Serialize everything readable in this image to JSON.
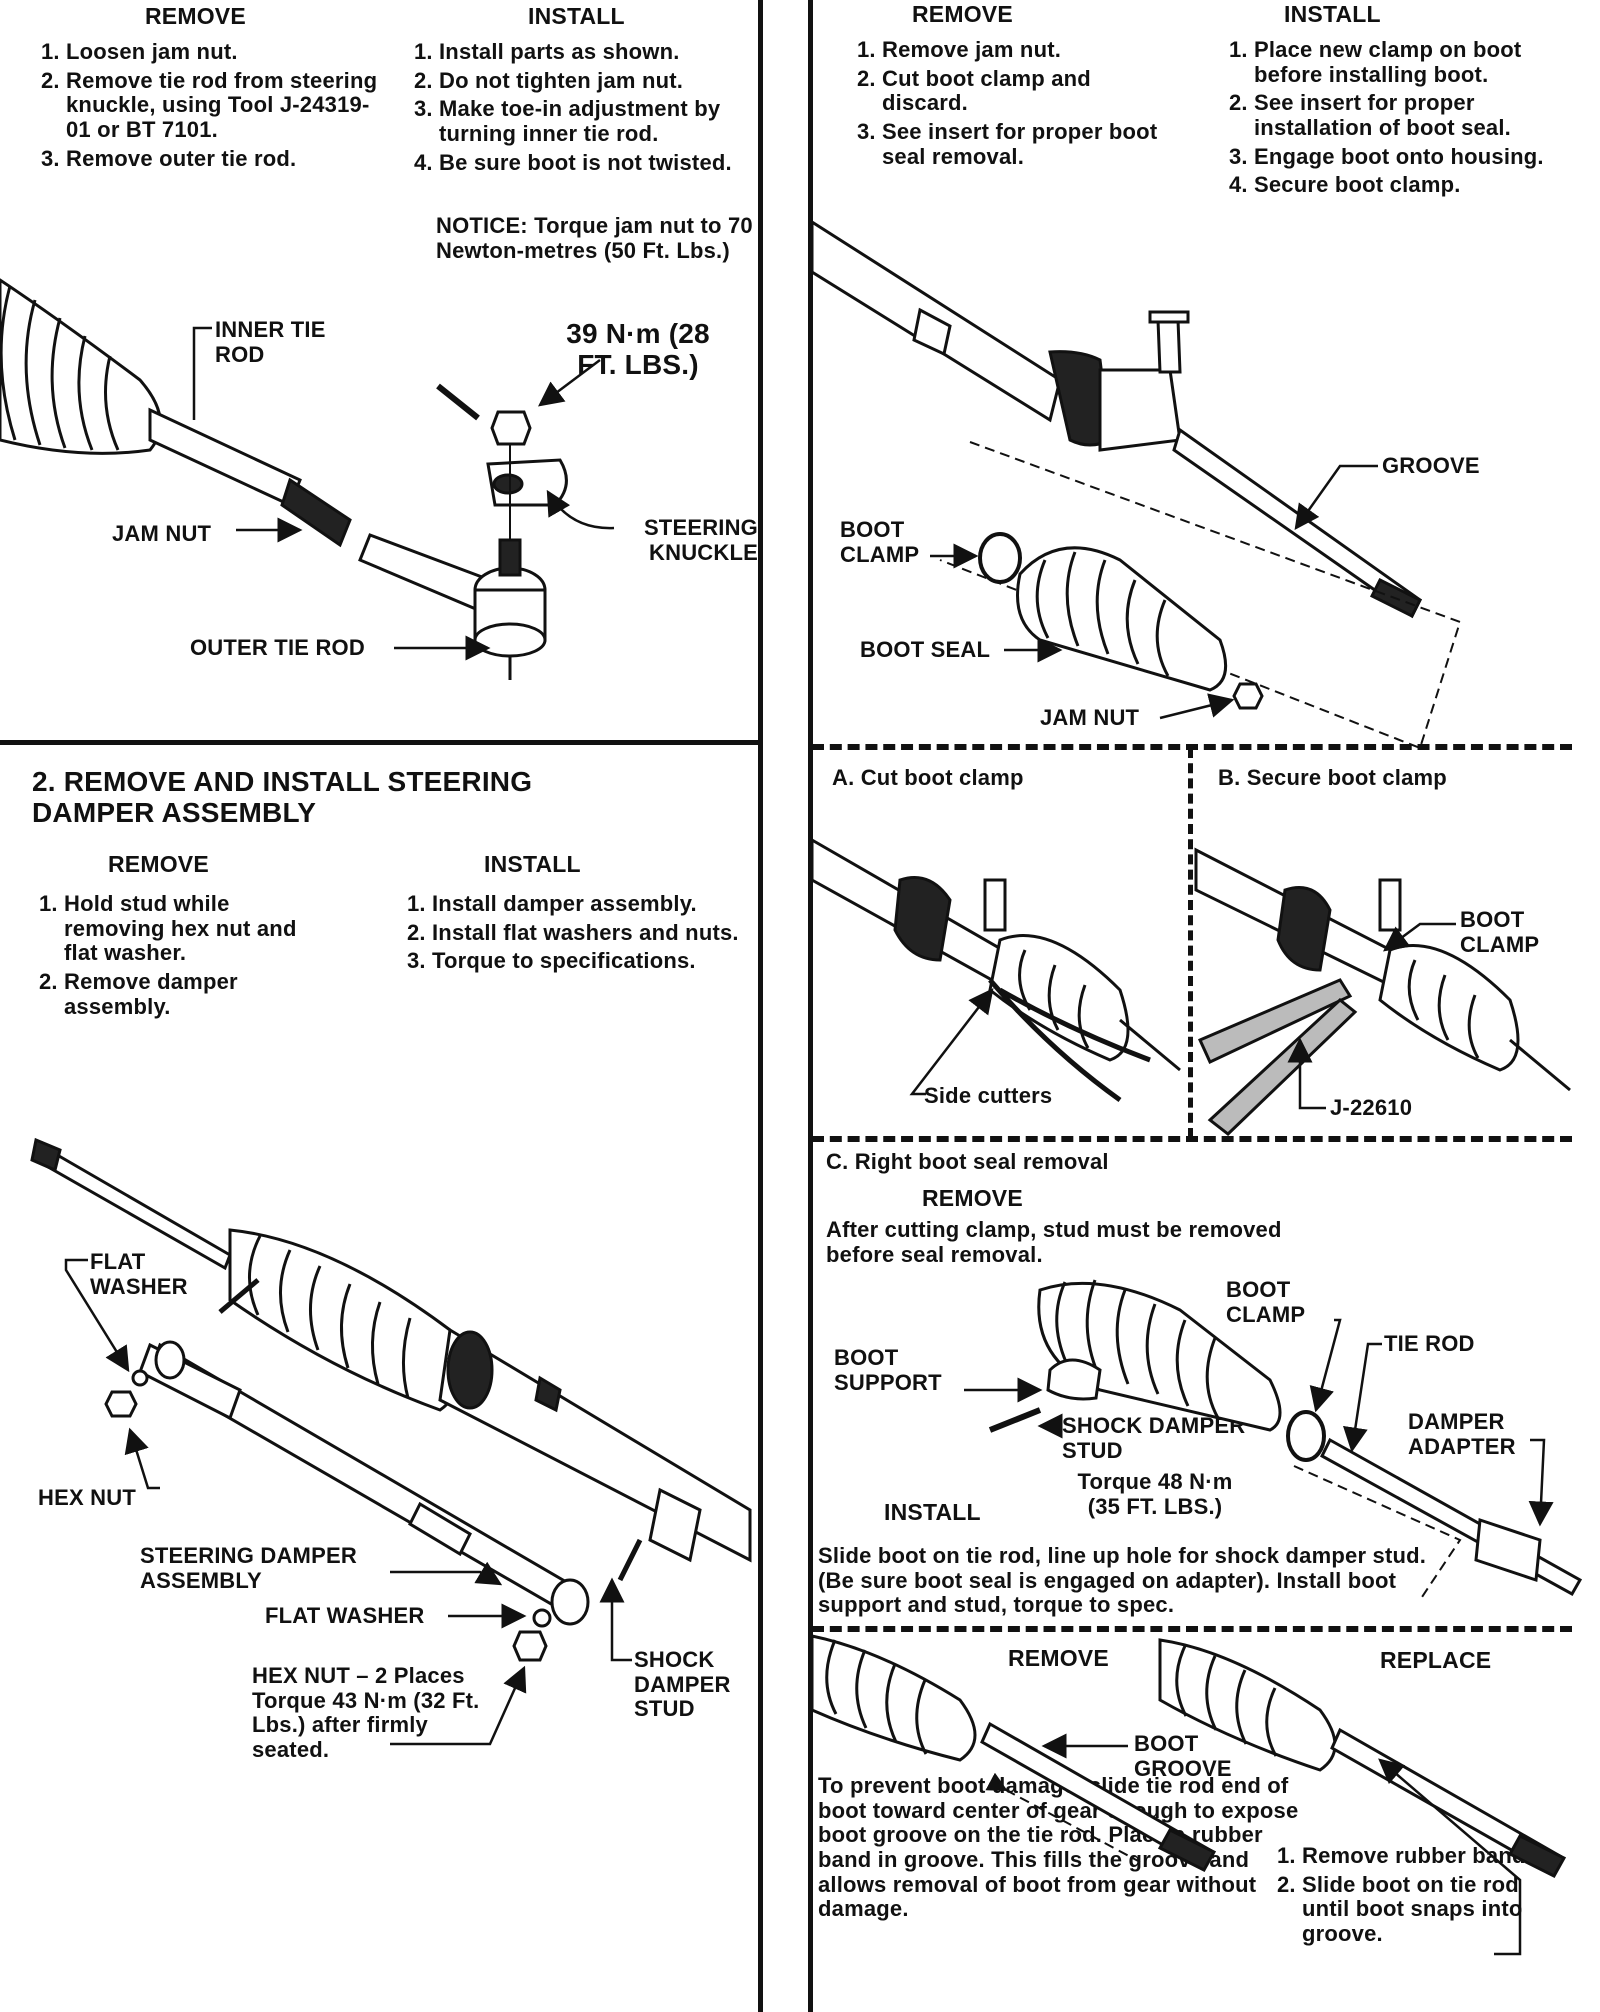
{
  "top_left": {
    "remove_heading": "REMOVE",
    "remove_steps": [
      "Loosen jam nut.",
      "Remove tie rod from steering knuckle, using Tool J-24319-01 or BT 7101.",
      "Remove outer tie rod."
    ],
    "install_heading": "INSTALL",
    "install_steps": [
      "Install parts as shown.",
      "Do not tighten jam nut.",
      "Make toe-in adjustment by turning inner tie rod.",
      "Be sure boot is not twisted."
    ],
    "notice_label": "NOTICE:",
    "notice_text": "Torque jam nut to 70 Newton-metres (50 Ft. Lbs.)",
    "labels": {
      "inner_tie_rod": "INNER TIE ROD",
      "torque": "39 N·m (28 FT. LBS.)",
      "jam_nut": "JAM NUT",
      "steering_knuckle": "STEERING KNUCKLE",
      "outer_tie_rod": "OUTER TIE ROD"
    }
  },
  "bottom_left": {
    "section_title": "2. REMOVE AND INSTALL STEERING DAMPER ASSEMBLY",
    "remove_heading": "REMOVE",
    "remove_steps": [
      "Hold stud while removing hex nut and flat washer.",
      "Remove damper assembly."
    ],
    "install_heading": "INSTALL",
    "install_steps": [
      "Install damper assembly.",
      "Install flat washers and nuts.",
      "Torque to specifications."
    ],
    "labels": {
      "flat_washer_top": "FLAT WASHER",
      "hex_nut": "HEX NUT",
      "steering_damper_assembly": "STEERING DAMPER ASSEMBLY",
      "flat_washer_bottom": "FLAT WASHER",
      "hex_nut_2_places": "HEX NUT – 2 Places Torque 43 N·m (32 Ft. Lbs.) after firmly seated.",
      "shock_damper_stud": "SHOCK DAMPER STUD"
    }
  },
  "top_right": {
    "remove_heading": "REMOVE",
    "remove_steps": [
      "Remove jam nut.",
      "Cut boot clamp and discard.",
      "See insert for proper boot seal removal."
    ],
    "install_heading": "INSTALL",
    "install_steps": [
      "Place new clamp on boot before installing boot.",
      "See insert for proper installation of boot seal.",
      "Engage boot onto housing.",
      "Secure boot clamp."
    ],
    "labels": {
      "groove": "GROOVE",
      "boot_clamp": "BOOT CLAMP",
      "boot_seal": "BOOT SEAL",
      "jam_nut": "JAM NUT"
    }
  },
  "inserts": {
    "a_title": "A. Cut boot clamp",
    "a_side_cutters": "Side cutters",
    "b_title": "B. Secure boot clamp",
    "b_boot_clamp": "BOOT CLAMP",
    "b_tool": "J-22610",
    "c_title": "C. Right boot seal removal",
    "c_remove_heading": "REMOVE",
    "c_remove_text": "After cutting clamp, stud must be removed before seal removal.",
    "c_labels": {
      "boot_clamp": "BOOT CLAMP",
      "tie_rod": "TIE ROD",
      "boot_support": "BOOT SUPPORT",
      "shock_damper_stud": "SHOCK DAMPER STUD",
      "torque": "Torque 48 N·m (35 FT. LBS.)",
      "damper_adapter": "DAMPER ADAPTER"
    },
    "c_install_heading": "INSTALL",
    "c_install_text": "Slide boot on tie rod, line up hole for shock damper stud. (Be sure boot seal is engaged on adapter). Install boot support and stud, torque to spec.",
    "d_remove_heading": "REMOVE",
    "d_replace_heading": "REPLACE",
    "d_boot_groove": "BOOT GROOVE",
    "d_prevent_text": "To prevent boot damage, slide tie rod end of boot toward center of gear enough to expose boot groove on the tie rod. Place a rubber band in groove. This fills the groove and allows removal of boot from gear without damage.",
    "d_replace_steps": [
      "Remove rubber band.",
      "Slide boot on tie rod until boot snaps into groove."
    ]
  }
}
